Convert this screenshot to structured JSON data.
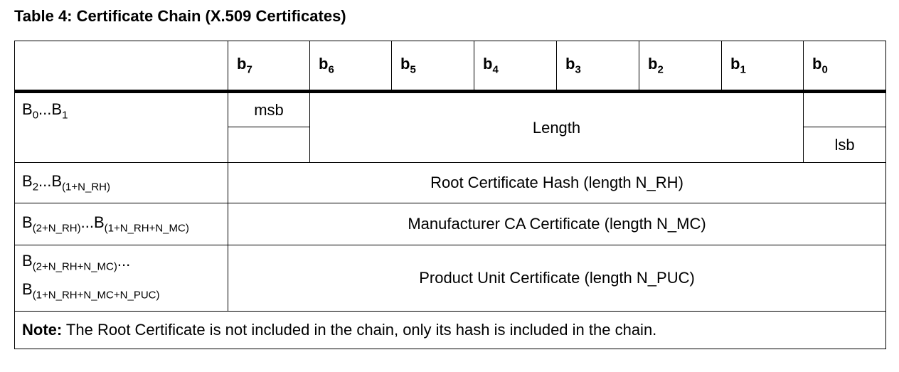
{
  "caption": "Table 4: Certificate Chain (X.509 Certificates)",
  "header": {
    "bits": [
      {
        "base": "b",
        "sub": "7"
      },
      {
        "base": "b",
        "sub": "6"
      },
      {
        "base": "b",
        "sub": "5"
      },
      {
        "base": "b",
        "sub": "4"
      },
      {
        "base": "b",
        "sub": "3"
      },
      {
        "base": "b",
        "sub": "2"
      },
      {
        "base": "b",
        "sub": "1"
      },
      {
        "base": "b",
        "sub": "0"
      }
    ]
  },
  "row1": {
    "label_a": "B",
    "label_a_sub": "0",
    "label_sep": "...",
    "label_b": "B",
    "label_b_sub": "1",
    "msb": "msb",
    "length": "Length",
    "lsb": "lsb"
  },
  "row2": {
    "label_a": "B",
    "label_a_sub": "2",
    "label_sep": "...",
    "label_b": "B",
    "label_b_sub": "(1+N_RH)",
    "content": "Root Certificate Hash (length N_RH)"
  },
  "row3": {
    "label_a": "B",
    "label_a_sub": "(2+N_RH)",
    "label_sep": "...",
    "label_b": "B",
    "label_b_sub": "(1+N_RH+N_MC)",
    "content": "Manufacturer CA Certificate (length N_MC)"
  },
  "row4": {
    "label_a": "B",
    "label_a_sub": "(2+N_RH+N_MC)",
    "label_sep": "...",
    "label_b": "B",
    "label_b_sub": "(1+N_RH+N_MC+N_PUC)",
    "content": "Product Unit Certificate (length N_PUC)"
  },
  "note": {
    "label": "Note:",
    "text": " The Root Certificate is not included in the chain, only its hash is included in the chain."
  }
}
